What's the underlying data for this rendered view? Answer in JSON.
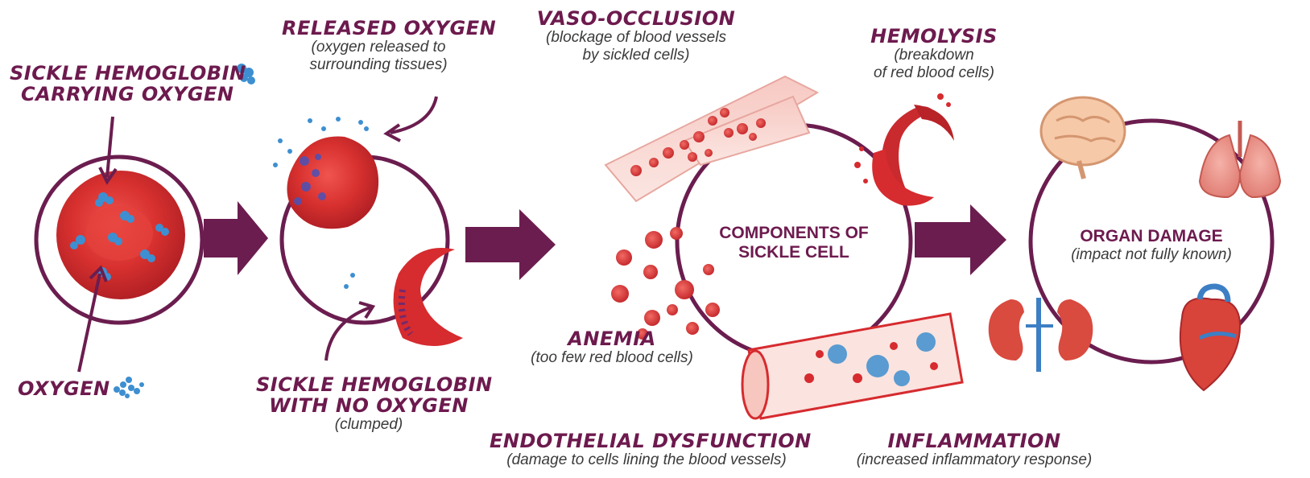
{
  "labels": {
    "sickle_carrying": {
      "line1": "SICKLE HEMOGLOBIN",
      "line2": "CARRYING OXYGEN"
    },
    "oxygen": "OXYGEN",
    "released_oxygen": {
      "title": "RELEASED OXYGEN",
      "sub1": "(oxygen released to",
      "sub2": "surrounding tissues)"
    },
    "sickle_no_oxygen": {
      "line1": "SICKLE HEMOGLOBIN",
      "line2": "WITH NO OXYGEN",
      "sub": "(clumped)"
    },
    "vaso_occlusion": {
      "title": "VASO-OCCLUSION",
      "sub1": "(blockage of blood vessels",
      "sub2": "by sickled cells)"
    },
    "hemolysis": {
      "title": "HEMOLYSIS",
      "sub1": "(breakdown",
      "sub2": "of red blood cells)"
    },
    "components": {
      "line1": "COMPONENTS OF",
      "line2": "SICKLE CELL"
    },
    "anemia": {
      "title": "ANEMIA",
      "sub": "(too few red blood cells)"
    },
    "endothelial": {
      "title": "ENDOTHELIAL DYSFUNCTION",
      "sub": "(damage to cells lining the blood vessels)"
    },
    "inflammation": {
      "title": "INFLAMMATION",
      "sub": "(increased inflammatory response)"
    },
    "organ_damage": {
      "title": "ORGAN DAMAGE",
      "sub": "(impact not fully known)"
    }
  },
  "icons": [
    "red-blood-cell-icon",
    "oxygen-molecule-icon",
    "sickle-cell-icon",
    "blood-vessel-icon",
    "brain-icon",
    "lungs-icon",
    "kidneys-icon",
    "heart-icon"
  ],
  "colors": {
    "accent": "#6d1a4e",
    "blood": "#d62b2f",
    "oxygen": "#3d8fd1"
  }
}
